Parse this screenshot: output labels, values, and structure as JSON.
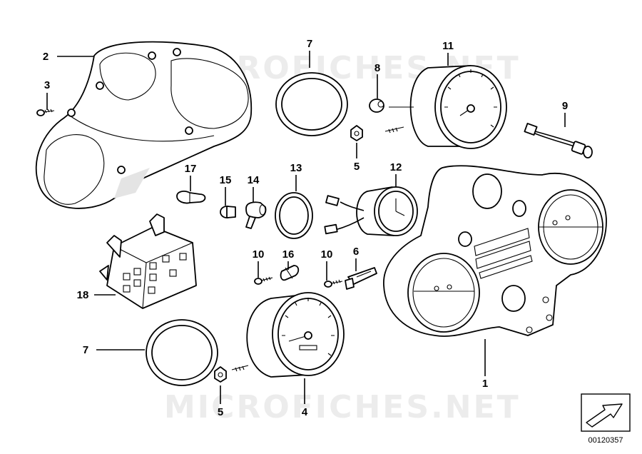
{
  "watermark": "MICROFICHES.NET",
  "catalog_number": "00120357",
  "callouts": [
    "1",
    "2",
    "3",
    "4",
    "5",
    "5",
    "6",
    "7",
    "7",
    "8",
    "9",
    "10",
    "10",
    "11",
    "12",
    "13",
    "14",
    "15",
    "16",
    "17",
    "18"
  ]
}
